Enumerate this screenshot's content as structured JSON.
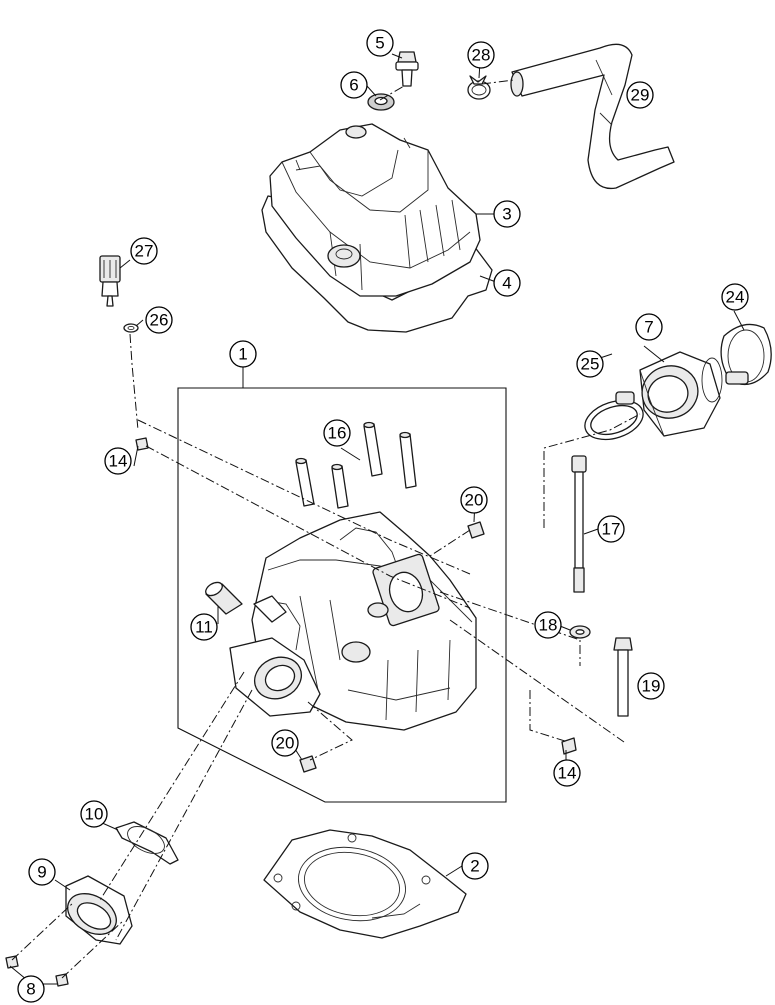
{
  "callouts": [
    {
      "id": "c1",
      "label": "1"
    },
    {
      "id": "c2",
      "label": "2"
    },
    {
      "id": "c3",
      "label": "3"
    },
    {
      "id": "c4",
      "label": "4"
    },
    {
      "id": "c5",
      "label": "5"
    },
    {
      "id": "c6",
      "label": "6"
    },
    {
      "id": "c7",
      "label": "7"
    },
    {
      "id": "c8",
      "label": "8"
    },
    {
      "id": "c9",
      "label": "9"
    },
    {
      "id": "c10",
      "label": "10"
    },
    {
      "id": "c11",
      "label": "11"
    },
    {
      "id": "c14a",
      "label": "14"
    },
    {
      "id": "c14b",
      "label": "14"
    },
    {
      "id": "c16",
      "label": "16"
    },
    {
      "id": "c17",
      "label": "17"
    },
    {
      "id": "c18",
      "label": "18"
    },
    {
      "id": "c19",
      "label": "19"
    },
    {
      "id": "c20a",
      "label": "20"
    },
    {
      "id": "c20b",
      "label": "20"
    },
    {
      "id": "c24",
      "label": "24"
    },
    {
      "id": "c25",
      "label": "25"
    },
    {
      "id": "c26",
      "label": "26"
    },
    {
      "id": "c27",
      "label": "27"
    },
    {
      "id": "c28",
      "label": "28"
    },
    {
      "id": "c29",
      "label": "29"
    }
  ]
}
